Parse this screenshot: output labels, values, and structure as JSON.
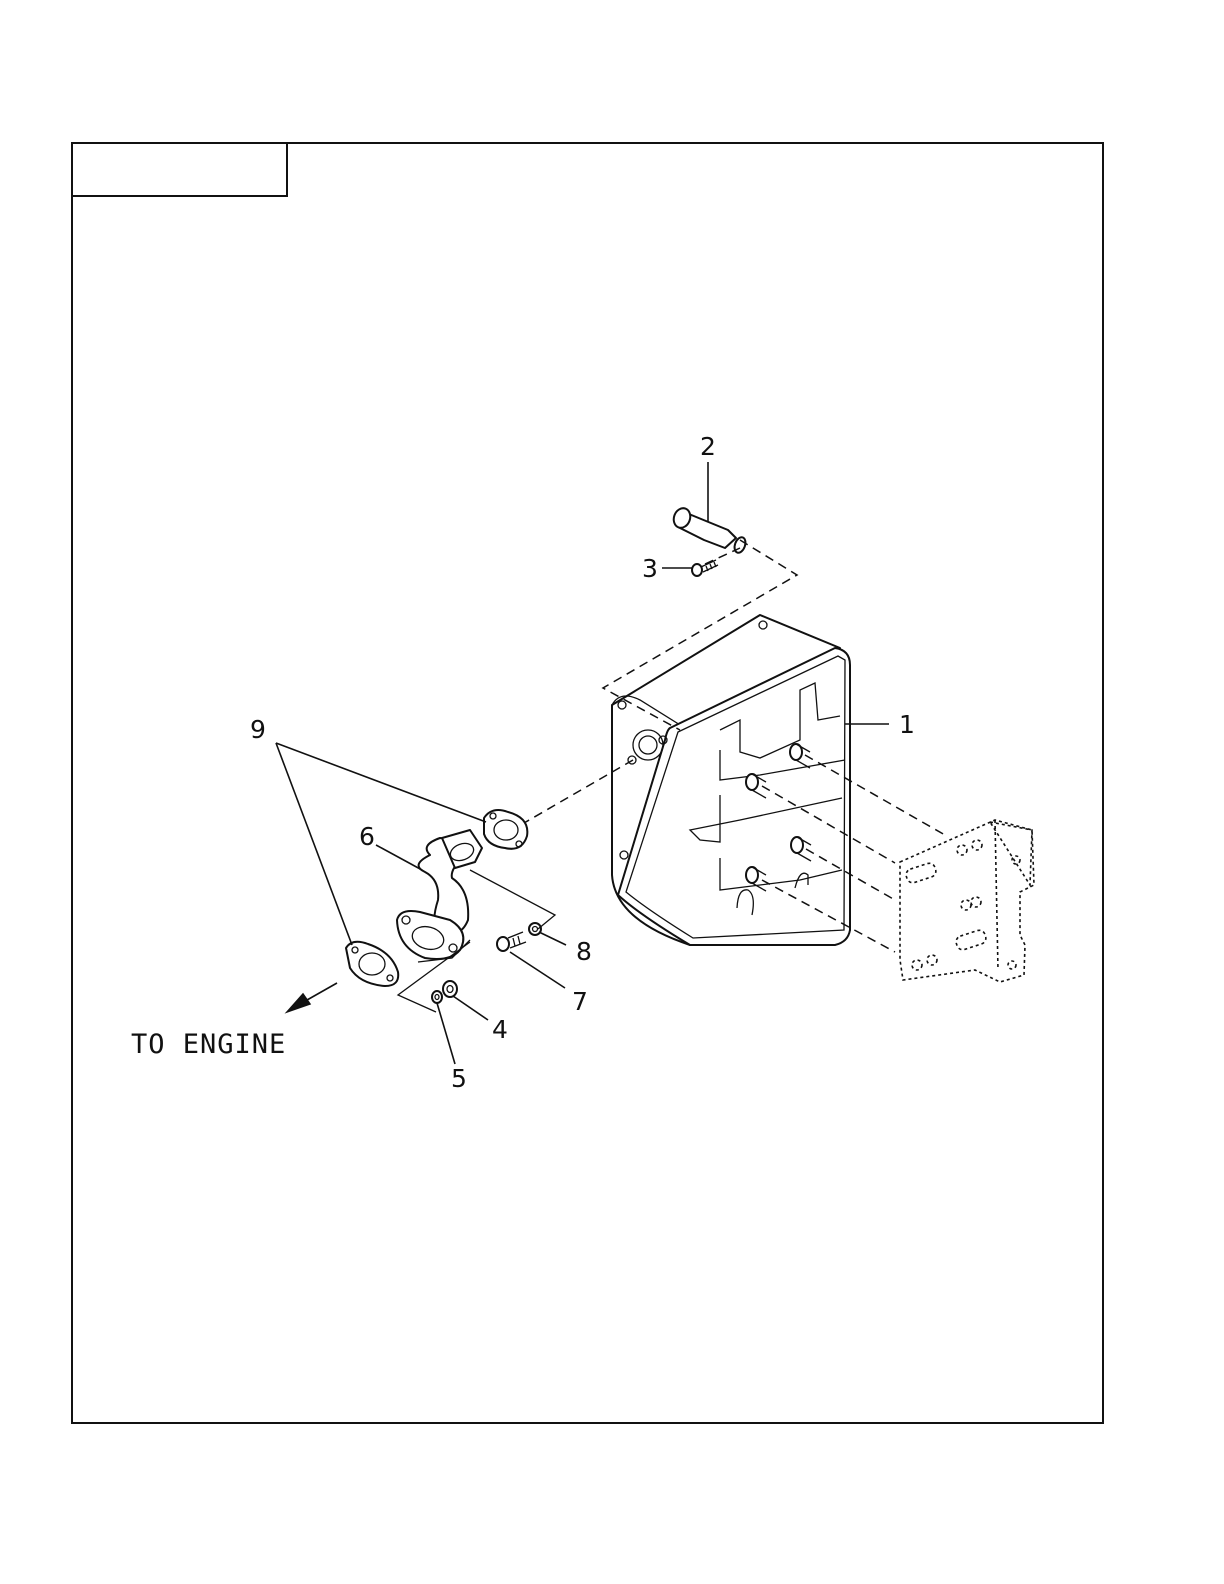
{
  "title_box": "",
  "engine_label": "TO ENGINE",
  "callouts": {
    "c1": "1",
    "c2": "2",
    "c3": "3",
    "c4": "4",
    "c5": "5",
    "c6": "6",
    "c7": "7",
    "c8": "8",
    "c9": "9"
  },
  "parts": {
    "p1": "muffler",
    "p2": "tail pipe",
    "p3": "screw",
    "p4": "nut",
    "p5": "lock washer",
    "p6": "exhaust elbow pipe",
    "p7": "bolt",
    "p8": "washer",
    "p9": "gasket"
  }
}
